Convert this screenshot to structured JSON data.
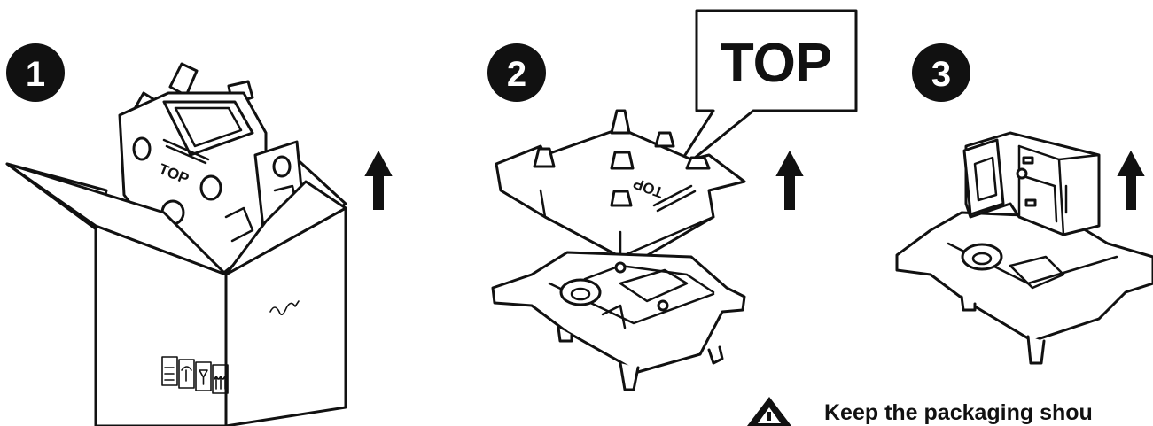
{
  "steps": [
    {
      "number": "1"
    },
    {
      "number": "2"
    },
    {
      "number": "3"
    }
  ],
  "labels": {
    "top_callout": "TOP",
    "top_on_insert_1": "TOP",
    "top_on_insert_2": "TOP"
  },
  "warning": {
    "text": "Keep the packaging shou"
  },
  "colors": {
    "ink": "#111111",
    "background": "#ffffff"
  },
  "icons": [
    "up-arrow-icon",
    "warning-triangle-icon",
    "shipping-symbols-icon",
    "signature-mark-icon"
  ]
}
